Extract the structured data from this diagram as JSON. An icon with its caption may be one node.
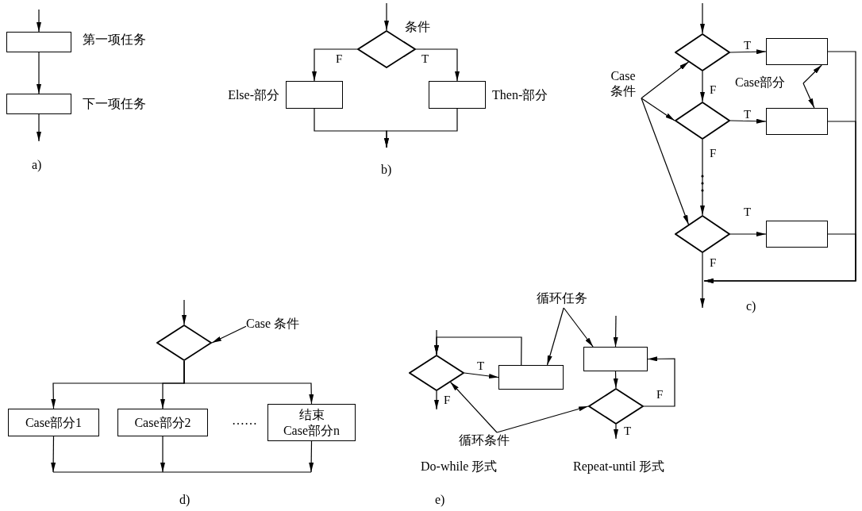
{
  "diagram": {
    "nodes": [
      {
        "text": [],
        "shape": "box",
        "beside": [
          "第一项任务"
        ]
      },
      {
        "text": [],
        "shape": "box",
        "beside": [
          "下一项任务"
        ]
      },
      {
        "text": [],
        "shape": "diamond",
        "beside": [
          "条件"
        ]
      },
      {
        "text": [],
        "shape": "box",
        "beside": [
          "Else-部分"
        ]
      },
      {
        "text": [],
        "shape": "box",
        "beside": [
          "Then-部分"
        ]
      },
      {
        "text": [],
        "shape": "diamond"
      },
      {
        "text": [],
        "shape": "box"
      },
      {
        "text": [],
        "shape": "diamond"
      },
      {
        "text": [],
        "shape": "box"
      },
      {
        "text": [],
        "shape": "diamond"
      },
      {
        "text": [],
        "shape": "box"
      },
      {
        "text": [
          "Case 条件"
        ]
      },
      {
        "text": [
          "Case部分"
        ]
      },
      {
        "text": [],
        "shape": "diamond"
      },
      {
        "text": [
          "Case 条件"
        ]
      },
      {
        "text": [
          "Case部分1"
        ]
      },
      {
        "text": [
          "Case部分2"
        ]
      },
      {
        "text": [
          "结束 Case部分n"
        ]
      },
      {
        "text": [],
        "shape": "diamond"
      },
      {
        "text": [],
        "shape": "box"
      },
      {
        "text": [],
        "shape": "box"
      },
      {
        "text": [],
        "shape": "diamond"
      },
      {
        "text": [
          "循环任务"
        ]
      },
      {
        "text": [
          "循环条件"
        ]
      }
    ],
    "edges": [
      {
        "from": null,
        "to": 0,
        "arrow": "to"
      },
      {
        "from": 0,
        "to": 1,
        "arrow": "to"
      },
      {
        "from": 1,
        "to": null,
        "arrow": "to"
      },
      {
        "from": null,
        "to": 2,
        "arrow": "to"
      },
      {
        "from": 2,
        "to": 3,
        "arrow": "to",
        "label": "F"
      },
      {
        "from": 2,
        "to": 4,
        "arrow": "to",
        "label": "T"
      },
      {
        "from": 3,
        "to": null,
        "arrow": "to"
      },
      {
        "from": 4,
        "to": null,
        "arrow": "to"
      },
      {
        "from": null,
        "to": 5,
        "arrow": "to"
      },
      {
        "from": 5,
        "to": 6,
        "arrow": "to",
        "label": "T"
      },
      {
        "from": 5,
        "to": 7,
        "arrow": "to",
        "label": "F"
      },
      {
        "from": 7,
        "to": 9,
        "arrow": "to",
        "label": "F"
      },
      {
        "from": 7,
        "to": 8,
        "arrow": "to",
        "label": "T"
      },
      {
        "from": 9,
        "to": 10,
        "arrow": "to",
        "label": "T"
      },
      {
        "from": 9,
        "to": null,
        "arrow": "to",
        "label": "F"
      },
      {
        "from": 6,
        "to": null,
        "arrow": "to"
      },
      {
        "from": 8,
        "to": null,
        "arrow": "to"
      },
      {
        "from": 10,
        "to": null,
        "arrow": "to"
      },
      {
        "from": 11,
        "to": 5,
        "arrow": "to"
      },
      {
        "from": 11,
        "to": 7,
        "arrow": "to"
      },
      {
        "from": 11,
        "to": 9,
        "arrow": "to"
      },
      {
        "from": 12,
        "to": 6,
        "arrow": "to"
      },
      {
        "from": 12,
        "to": 8,
        "arrow": "to"
      },
      {
        "from": null,
        "to": 13,
        "arrow": "to"
      },
      {
        "from": 14,
        "to": 13,
        "arrow": "to"
      },
      {
        "from": 13,
        "to": 15,
        "arrow": "to"
      },
      {
        "from": 13,
        "to": 16,
        "arrow": "to"
      },
      {
        "from": 13,
        "to": 17,
        "arrow": "to"
      },
      {
        "from": 15,
        "to": null,
        "arrow": "to"
      },
      {
        "from": 16,
        "to": null,
        "arrow": "to"
      },
      {
        "from": 17,
        "to": null,
        "arrow": "to"
      },
      {
        "from": null,
        "to": 18,
        "arrow": "to"
      },
      {
        "from": 18,
        "to": 19,
        "arrow": "to",
        "label": "T"
      },
      {
        "from": 19,
        "to": 18,
        "arrow": "to"
      },
      {
        "from": 18,
        "to": null,
        "arrow": "to",
        "label": "F"
      },
      {
        "from": null,
        "to": 20,
        "arrow": "to"
      },
      {
        "from": 20,
        "to": 21,
        "arrow": "to"
      },
      {
        "from": 21,
        "to": 20,
        "arrow": "to",
        "label": "F"
      },
      {
        "from": 21,
        "to": null,
        "arrow": "to",
        "label": "T"
      },
      {
        "from": 22,
        "to": 19,
        "arrow": "to"
      },
      {
        "from": 22,
        "to": 20,
        "arrow": "to"
      },
      {
        "from": 23,
        "to": 18,
        "arrow": "to"
      },
      {
        "from": 23,
        "to": 21,
        "arrow": "to"
      }
    ],
    "labels": [
      "a)",
      "b)",
      "c)",
      "……",
      "d)",
      "Do-while 形式",
      "Repeat-until 形式",
      "e)"
    ]
  }
}
